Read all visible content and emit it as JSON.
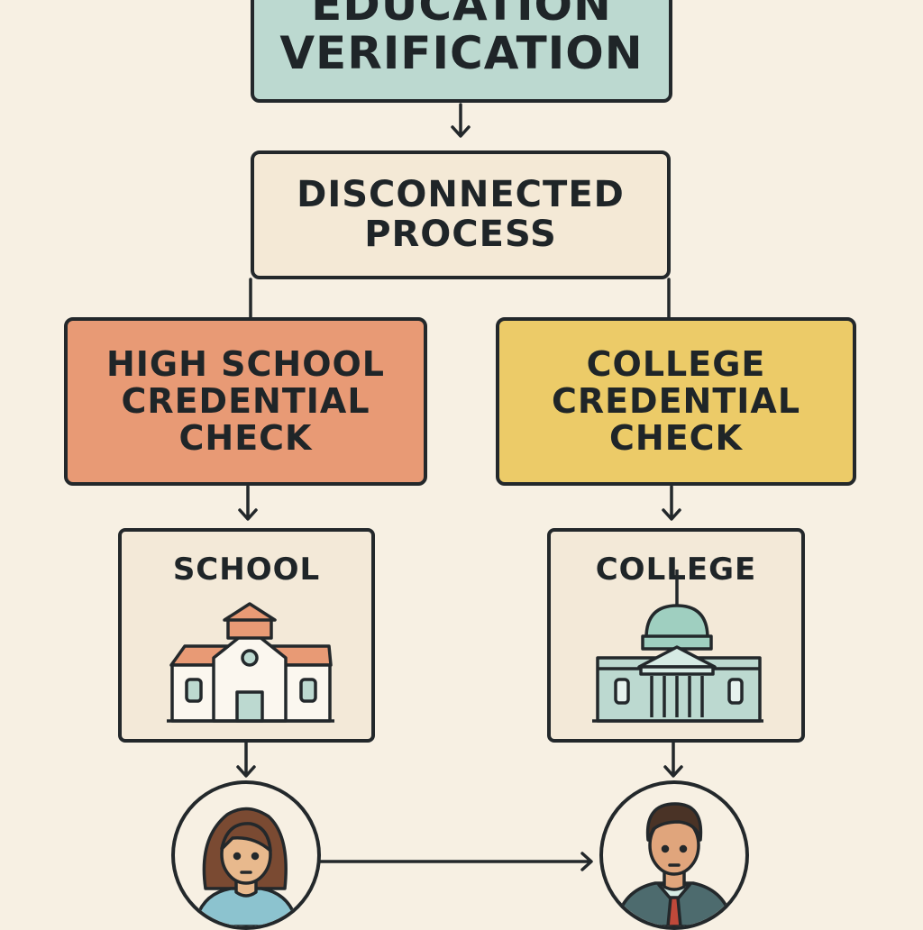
{
  "title": {
    "line1": "EDUCATION",
    "line2": "VERIFICATION"
  },
  "process": {
    "line1": "DISCONNECTED",
    "line2": "PROCESS"
  },
  "branches": {
    "high_school": {
      "line1": "HIGH SCHOOL",
      "line2": "CREDENTIAL",
      "line3": "CHECK",
      "color": "#e89a75"
    },
    "college": {
      "line1": "COLLEGE",
      "line2": "CREDENTIAL",
      "line3": "CHECK",
      "color": "#eccb68"
    }
  },
  "institutions": {
    "school": {
      "label": "SCHOOL",
      "icon": "school-building-icon"
    },
    "college": {
      "label": "COLLEGE",
      "icon": "college-building-icon"
    }
  },
  "people": {
    "left": {
      "icon": "woman-avatar-icon"
    },
    "right": {
      "icon": "man-avatar-icon"
    }
  },
  "colors": {
    "background": "#f7f0e3",
    "outline": "#23282b",
    "teal": "#bcd9d0"
  }
}
